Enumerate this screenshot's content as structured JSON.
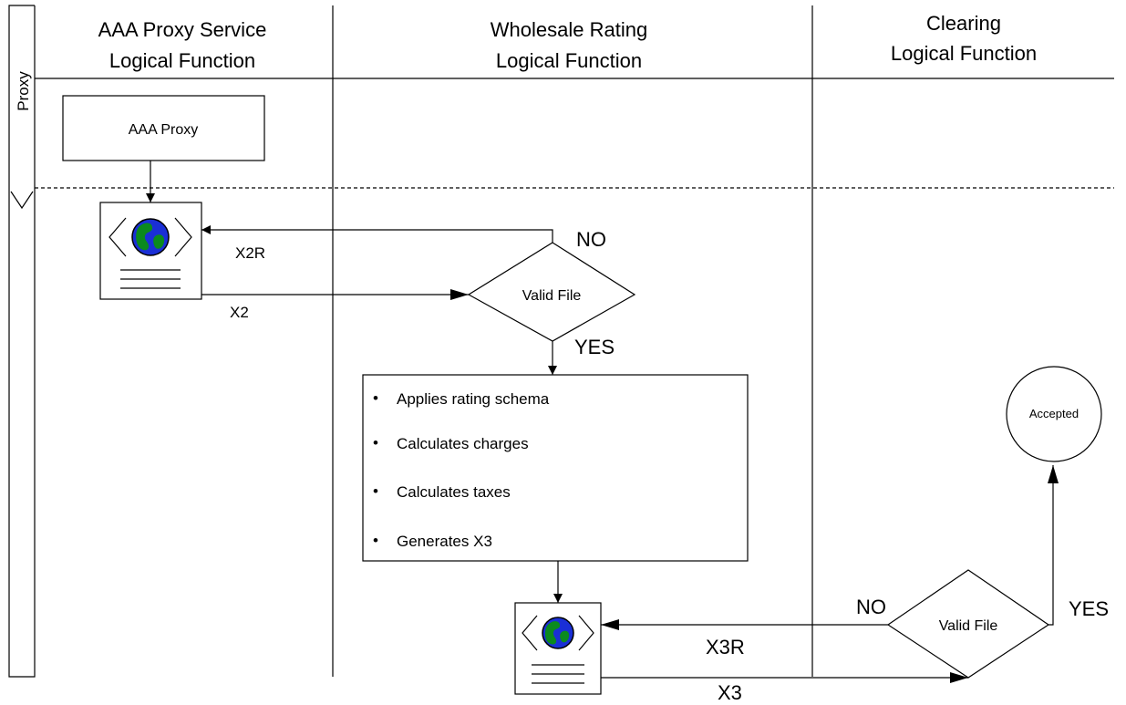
{
  "lane_label": "Proxy",
  "swimlanes": [
    {
      "line1": "AAA Proxy Service",
      "line2": "Logical Function"
    },
    {
      "line1": "Wholesale Rating",
      "line2": "Logical Function"
    },
    {
      "line1": "Clearing",
      "line2": "Logical Function"
    }
  ],
  "nodes": {
    "aaa_proxy": "AAA Proxy",
    "valid_file_1": "Valid File",
    "valid_file_2": "Valid File",
    "accepted": "Accepted"
  },
  "process_steps": [
    "Applies rating schema",
    "Calculates charges",
    "Calculates taxes",
    "Generates X3"
  ],
  "edges": {
    "x2r": "X2R",
    "x2": "X2",
    "no_1": "NO",
    "yes_1": "YES",
    "no_2": "NO",
    "yes_2": "YES",
    "x3r": "X3R",
    "x3": "X3"
  },
  "colors": {
    "globe_ocean": "#1a2fd6",
    "globe_land": "#0b8a1e"
  }
}
